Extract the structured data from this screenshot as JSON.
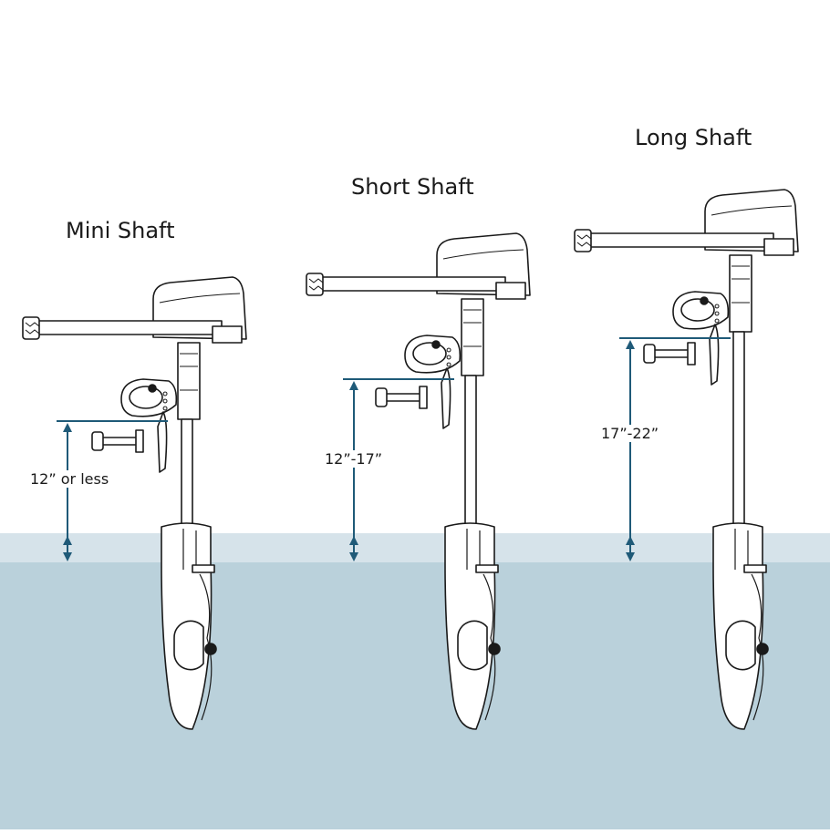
{
  "diagram": {
    "colors": {
      "water_surface_band": "#d6e3ea",
      "water_body": "#bad1db",
      "dimension_line": "#1f5a78",
      "outline": "#1a1a1a"
    },
    "motors": [
      {
        "title": "Mini Shaft",
        "dimension_label": "12” or less"
      },
      {
        "title": "Short Shaft",
        "dimension_label": "12”-17”"
      },
      {
        "title": "Long Shaft",
        "dimension_label": "17”-22”"
      }
    ]
  }
}
